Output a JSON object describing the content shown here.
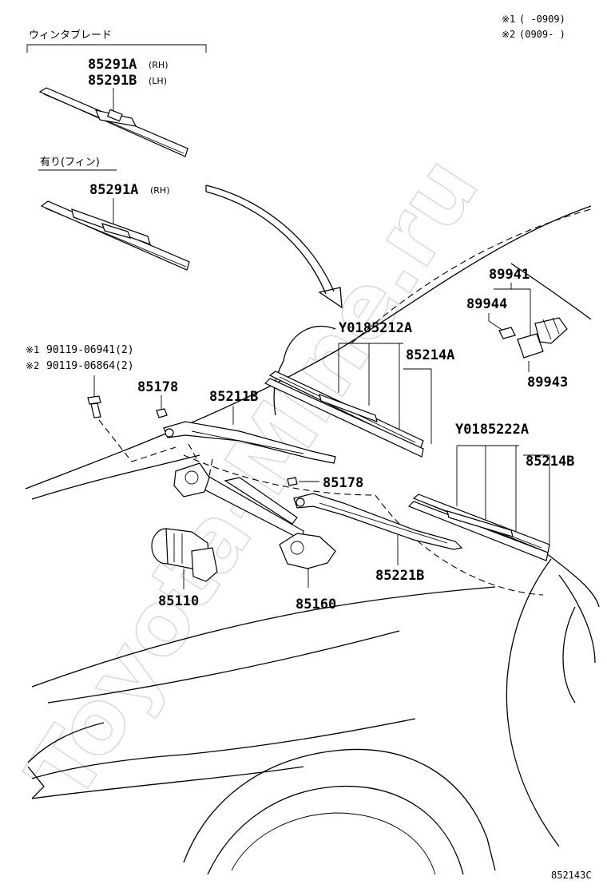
{
  "notes": {
    "note1_mark": "※1",
    "note1_range": "(      -0909)",
    "note2_mark": "※2",
    "note2_range": "(0909-      )"
  },
  "groups": {
    "wiper_blade_title": "ウィンタブレード",
    "fin_title": "有り(フィン)"
  },
  "labels": {
    "p85291A": "85291A",
    "p85291B": "85291B",
    "rh": "(RH)",
    "lh": "(LH)",
    "p85291A_fin": "85291A",
    "rh_fin": "(RH)",
    "bolt1": "90119-06941(2)",
    "bolt2": "90119-06864(2)",
    "bolt1_mark": "※1",
    "bolt2_mark": "※2",
    "p85178_top": "85178",
    "p85178_mid": "85178",
    "p85211B": "85211B",
    "pY0185212A": "Y0185212A",
    "p85214A": "85214A",
    "p89941": "89941",
    "p89944": "89944",
    "p89943": "89943",
    "pY0185222A": "Y0185222A",
    "p85214B": "85214B",
    "p85221B": "85221B",
    "p85110": "85110",
    "p85160": "85160"
  },
  "watermark": "Toyota-Mine.ru",
  "figure_code": "852143C"
}
